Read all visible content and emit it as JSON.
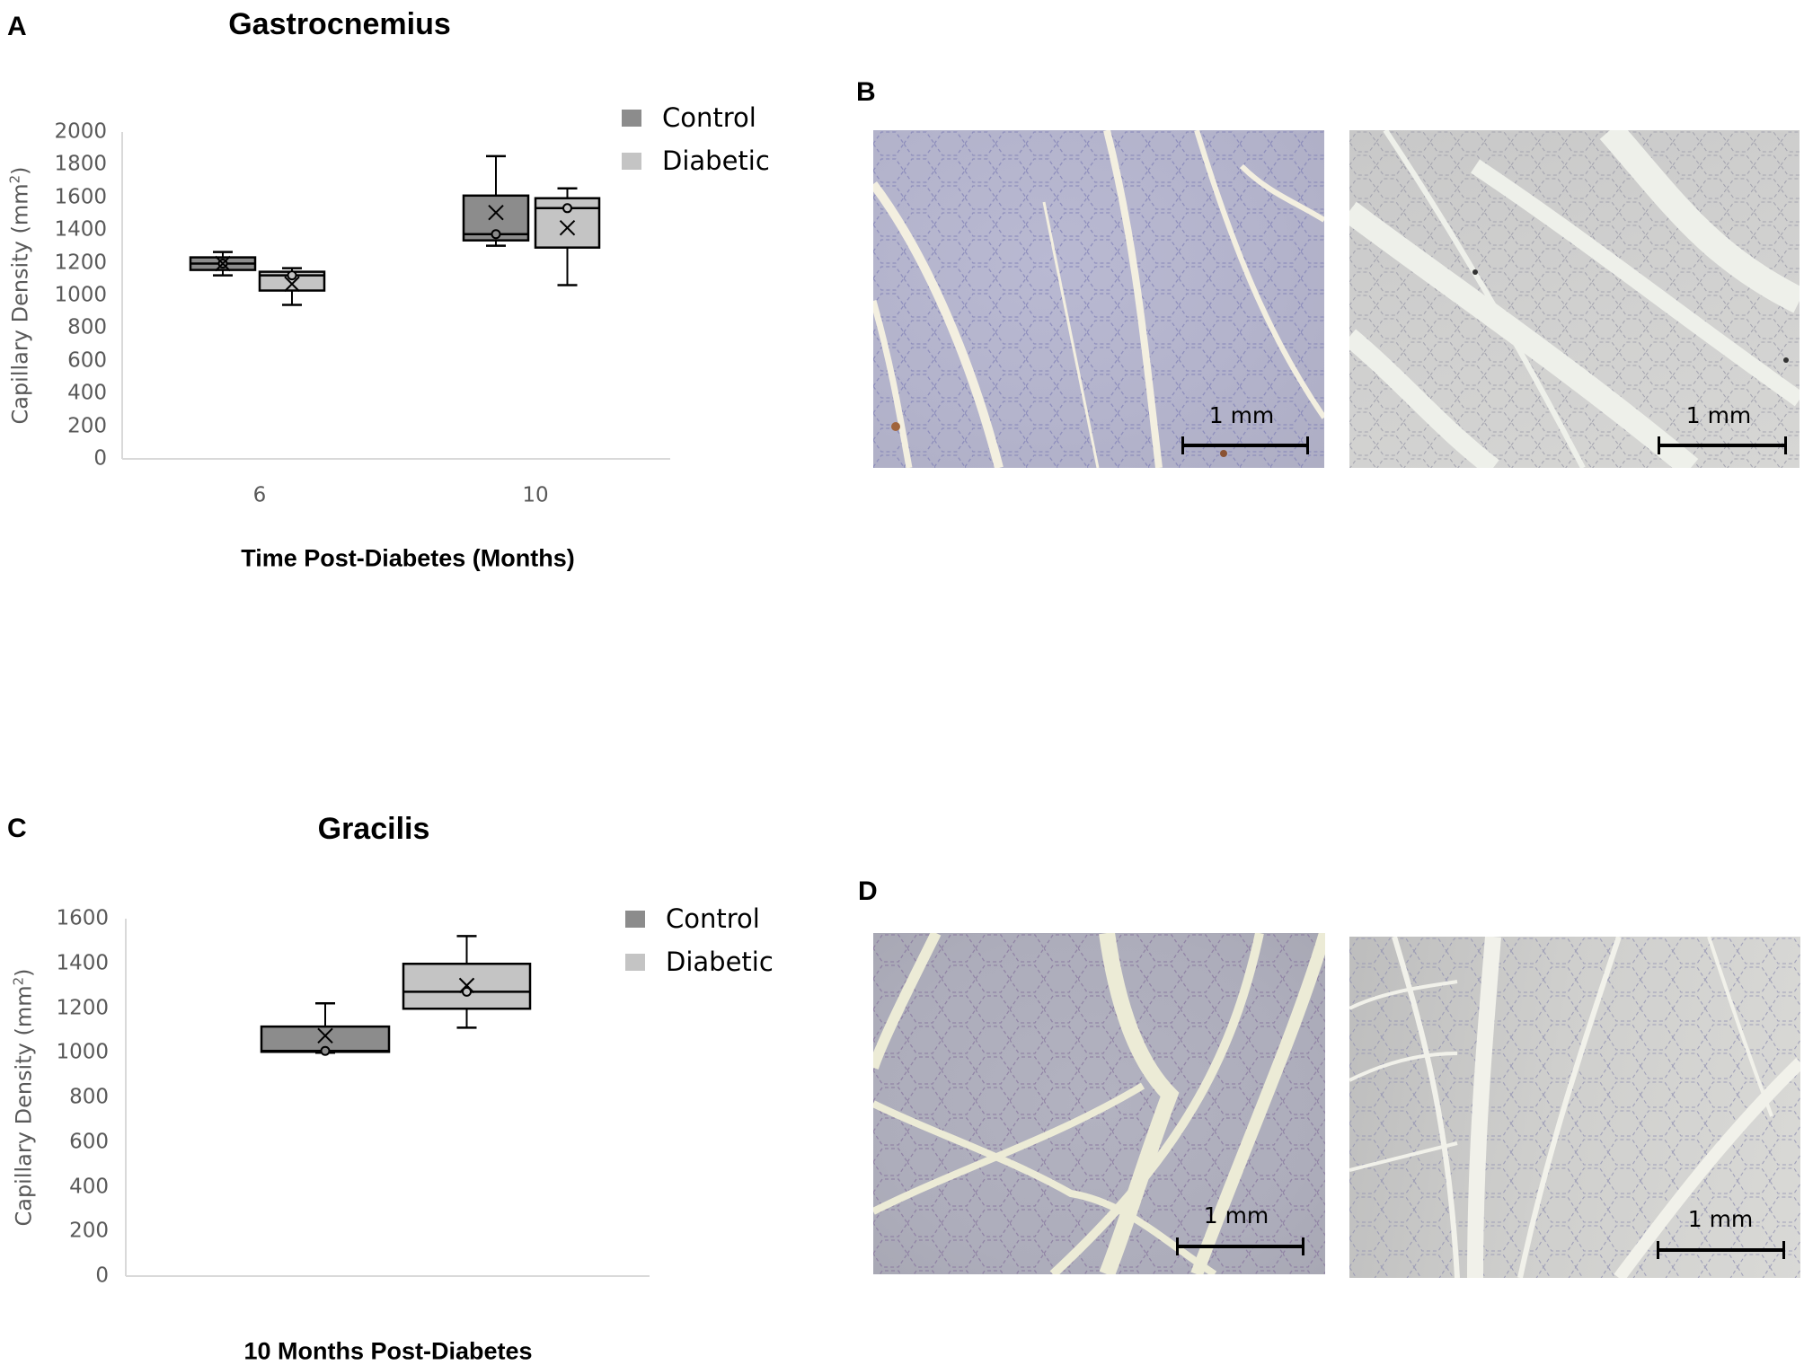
{
  "panels": {
    "A": {
      "letter": "A",
      "title": "Gastrocnemius"
    },
    "B": {
      "letter": "B"
    },
    "C": {
      "letter": "C",
      "title": "Gracilis"
    },
    "D": {
      "letter": "D"
    }
  },
  "scale_bar_label": "1 mm",
  "colors": {
    "control": "#8c8c8c",
    "diabetic": "#c4c4c4",
    "axis": "#d9d9d9",
    "tick_text": "#595959"
  },
  "legend": [
    {
      "label": "Control",
      "color": "#8c8c8c"
    },
    {
      "label": "Diabetic",
      "color": "#c4c4c4"
    }
  ],
  "chart_data": [
    {
      "type": "box",
      "panel": "A",
      "title": "Gastrocnemius",
      "xlabel": "Time Post-Diabetes (Months)",
      "ylabel": "Capillary Density (mm2)",
      "ylabel_main": "Capillary Density (mm",
      "ylabel_sup": "2",
      "ylabel_close": ")",
      "ylim": [
        0,
        2000
      ],
      "yticks": [
        "0",
        "200",
        "400",
        "600",
        "800",
        "1000",
        "1200",
        "1400",
        "1600",
        "1800",
        "2000"
      ],
      "categories": [
        "6",
        "10"
      ],
      "grid": false,
      "legend_position": "top-right",
      "series": [
        {
          "name": "Control",
          "color": "#8c8c8c",
          "boxes": [
            {
              "category": "6",
              "min": 1123,
              "q1": 1156,
              "median": 1195,
              "q3": 1233,
              "max": 1266,
              "mean": 1195
            },
            {
              "category": "10",
              "min": 1304,
              "q1": 1337,
              "median": 1375,
              "q3": 1611,
              "max": 1852,
              "mean": 1507
            }
          ]
        },
        {
          "name": "Diabetic",
          "color": "#c4c4c4",
          "boxes": [
            {
              "category": "6",
              "min": 942,
              "q1": 1030,
              "median": 1123,
              "q3": 1145,
              "max": 1167,
              "mean": 1070
            },
            {
              "category": "10",
              "min": 1063,
              "q1": 1293,
              "median": 1534,
              "q3": 1595,
              "max": 1655,
              "mean": 1414
            }
          ]
        }
      ]
    },
    {
      "type": "box",
      "panel": "C",
      "title": "Gracilis",
      "xlabel": "10 Months Post-Diabetes",
      "ylabel": "Capillary Density (mm2)",
      "ylabel_main": "Capillary Density (mm",
      "ylabel_sup": "2",
      "ylabel_close": ")",
      "ylim": [
        0,
        1600
      ],
      "yticks": [
        "0",
        "200",
        "400",
        "600",
        "800",
        "1000",
        "1200",
        "1400",
        "1600"
      ],
      "categories": [
        "10"
      ],
      "grid": false,
      "legend_position": "top-right",
      "series": [
        {
          "name": "Control",
          "color": "#8c8c8c",
          "boxes": [
            {
              "category": "10",
              "min": 1000,
              "q1": 1004,
              "median": 1008,
              "q3": 1117,
              "max": 1221,
              "mean": 1076
            }
          ]
        },
        {
          "name": "Diabetic",
          "color": "#c4c4c4",
          "boxes": [
            {
              "category": "10",
              "min": 1112,
              "q1": 1197,
              "median": 1273,
              "q3": 1398,
              "max": 1522,
              "mean": 1301
            }
          ]
        }
      ]
    }
  ]
}
